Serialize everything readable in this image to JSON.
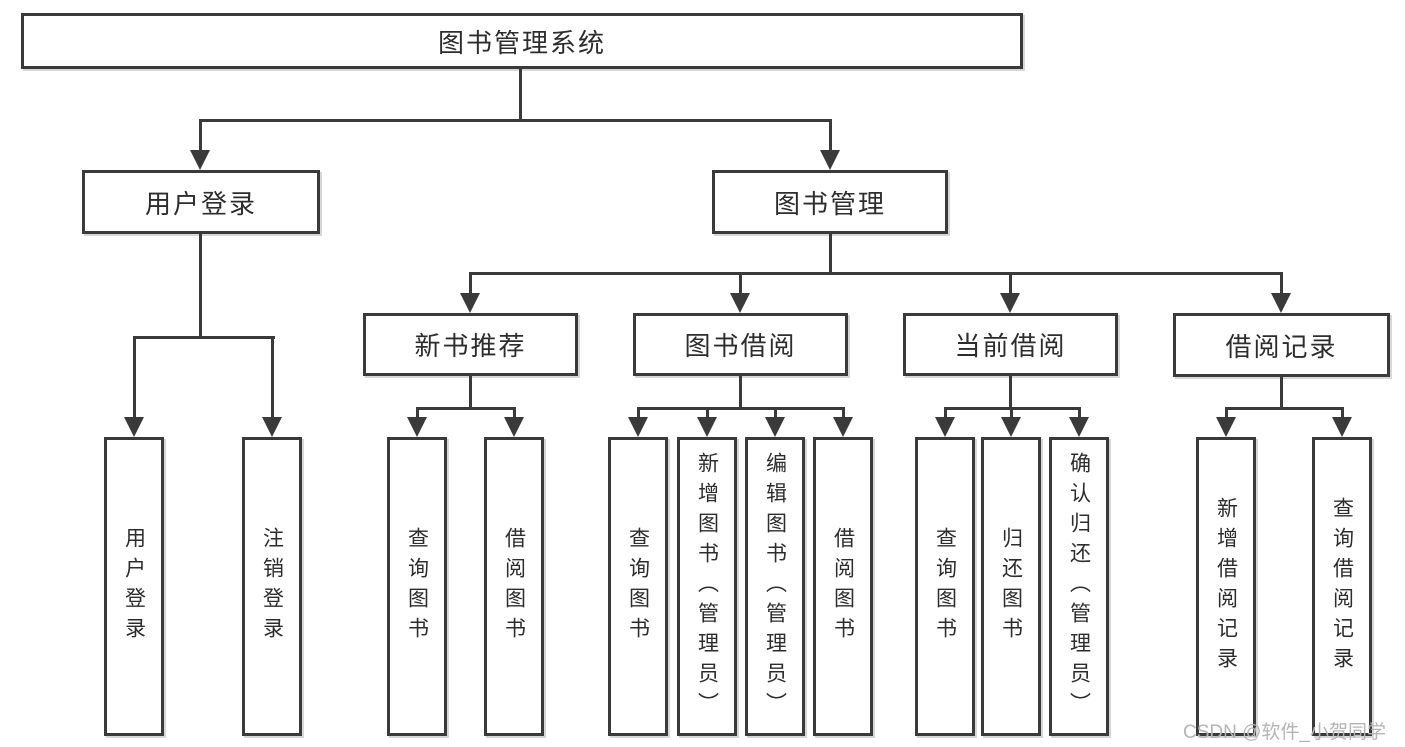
{
  "tree": {
    "root": "图书管理系统",
    "level2": [
      "用户登录",
      "图书管理"
    ],
    "level3": [
      "新书推荐",
      "图书借阅",
      "当前借阅",
      "借阅记录"
    ],
    "leaves_login": [
      "用户登录",
      "注销登录"
    ],
    "leaves_recommend": [
      "查询图书",
      "借阅图书"
    ],
    "leaves_borrow": [
      "查询图书",
      "新增图书（管理员）",
      "编辑图书（管理员）",
      "借阅图书"
    ],
    "leaves_current": [
      "查询图书",
      "归还图书",
      "确认归还（管理员）"
    ],
    "leaves_history": [
      "新增借阅记录",
      "查询借阅记录"
    ]
  },
  "watermark": "CSDN @软件_小贺同学",
  "colors": {
    "line": "#3a3a3a",
    "box_border": "#3a3a3a",
    "text": "#2d2d2d",
    "watermark": "#b5b5b5",
    "background": "#ffffff"
  }
}
